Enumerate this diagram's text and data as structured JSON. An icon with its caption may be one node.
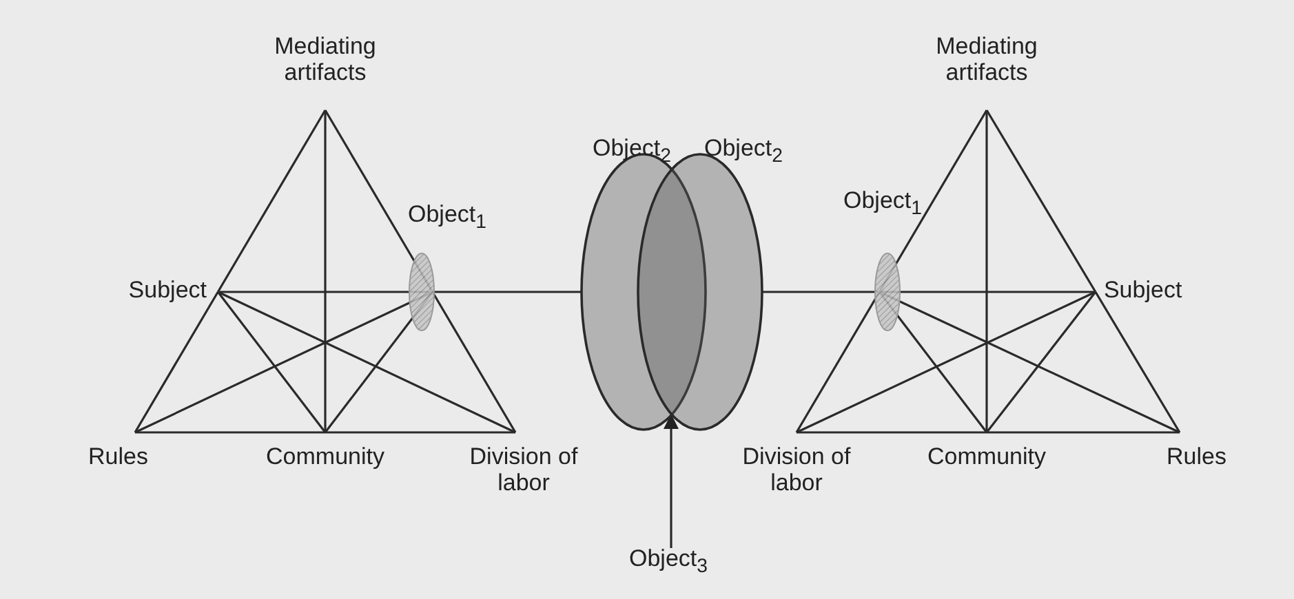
{
  "diagram": {
    "nodes": [
      {
        "text": [
          "Mediating artifacts"
        ]
      },
      {
        "text": [
          "Subject"
        ]
      },
      {
        "text": [
          "Object$_{1}$"
        ]
      },
      {
        "text": [
          "Rules"
        ]
      },
      {
        "text": [
          "Community"
        ]
      },
      {
        "text": [
          "Division of labor"
        ]
      },
      {
        "text": [
          "Object$_{2}$"
        ]
      },
      {
        "text": [
          "Object$_{2}$"
        ]
      },
      {
        "text": [
          "Object$_{3}$"
        ]
      },
      {
        "text": [
          "Object$_{1}$"
        ]
      },
      {
        "text": [
          "Mediating artifacts"
        ]
      },
      {
        "text": [
          "Subject"
        ]
      },
      {
        "text": [
          "Division of labor"
        ]
      },
      {
        "text": [
          "Community"
        ]
      },
      {
        "text": [
          "Rules"
        ]
      }
    ],
    "edges": [
      {
        "from": 0,
        "to": 1,
        "arrow": "none"
      },
      {
        "from": 1,
        "to": 3,
        "arrow": "none"
      },
      {
        "from": 0,
        "to": 2,
        "arrow": "none"
      },
      {
        "from": 2,
        "to": 5,
        "arrow": "none"
      },
      {
        "from": 3,
        "to": 4,
        "arrow": "none"
      },
      {
        "from": 4,
        "to": 5,
        "arrow": "none"
      },
      {
        "from": 0,
        "to": 4,
        "arrow": "none"
      },
      {
        "from": 1,
        "to": 2,
        "arrow": "none"
      },
      {
        "from": 1,
        "to": 4,
        "arrow": "none"
      },
      {
        "from": 1,
        "to": 5,
        "arrow": "none"
      },
      {
        "from": 2,
        "to": 4,
        "arrow": "none"
      },
      {
        "from": 2,
        "to": 3,
        "arrow": "none"
      },
      {
        "from": 2,
        "to": 6,
        "arrow": "none"
      },
      {
        "from": 7,
        "to": 9,
        "arrow": "none"
      },
      {
        "from": 8,
        "to": 6,
        "arrow": "to"
      },
      {
        "from": 10,
        "to": 11,
        "arrow": "none"
      },
      {
        "from": 11,
        "to": 14,
        "arrow": "none"
      },
      {
        "from": 10,
        "to": 9,
        "arrow": "none"
      },
      {
        "from": 9,
        "to": 12,
        "arrow": "none"
      },
      {
        "from": 14,
        "to": 13,
        "arrow": "none"
      },
      {
        "from": 13,
        "to": 12,
        "arrow": "none"
      },
      {
        "from": 10,
        "to": 13,
        "arrow": "none"
      },
      {
        "from": 11,
        "to": 9,
        "arrow": "none"
      },
      {
        "from": 11,
        "to": 13,
        "arrow": "none"
      },
      {
        "from": 11,
        "to": 12,
        "arrow": "none"
      },
      {
        "from": 9,
        "to": 13,
        "arrow": "none"
      },
      {
        "from": 9,
        "to": 14,
        "arrow": "none"
      }
    ]
  }
}
